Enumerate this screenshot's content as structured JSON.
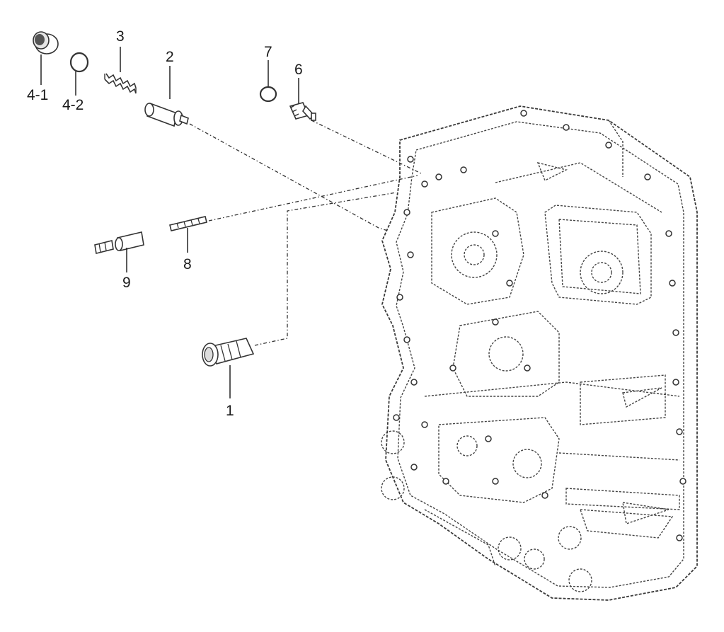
{
  "diagram": {
    "callouts": [
      {
        "id": "p1",
        "text": "1"
      },
      {
        "id": "p2",
        "text": "2"
      },
      {
        "id": "p3",
        "text": "3"
      },
      {
        "id": "p41",
        "text": "4-1"
      },
      {
        "id": "p42",
        "text": "4-2"
      },
      {
        "id": "p6",
        "text": "6"
      },
      {
        "id": "p7",
        "text": "7"
      },
      {
        "id": "p8",
        "text": "8"
      },
      {
        "id": "p9",
        "text": "9"
      }
    ]
  }
}
